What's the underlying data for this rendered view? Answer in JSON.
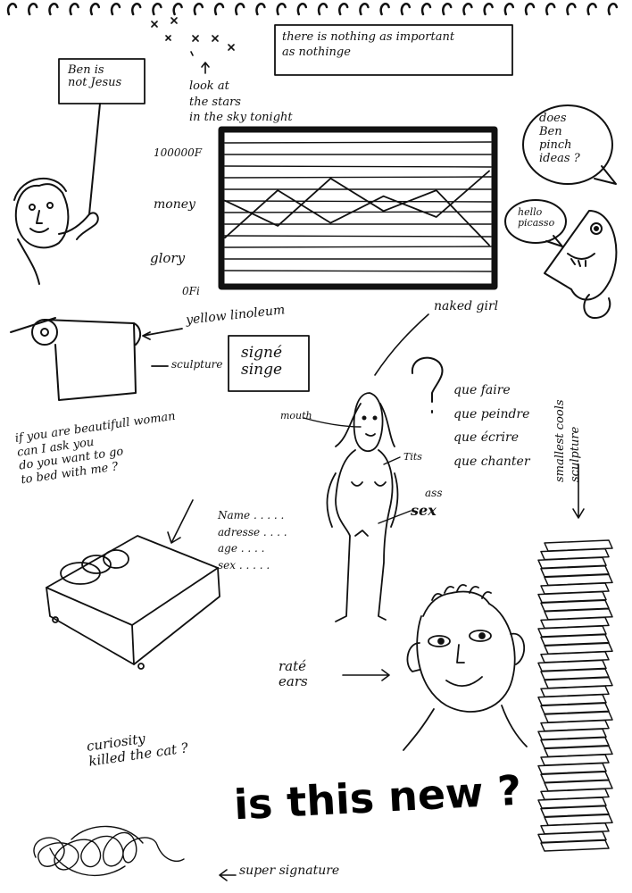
{
  "sign_text": "Ben is\nnot Jesus",
  "stars_caption": "look at\nthe stars\nin the sky tonight",
  "motto": "there is nothing as important\nas nothinge",
  "bubble_question": "does\nBen\npinch\nideas ?",
  "bubble_hello": "hello\npicasso",
  "chart_data": {
    "type": "line",
    "title": "",
    "y_tick_labels": [
      "100000F",
      "money",
      "glory",
      "0Fi"
    ],
    "series": [
      {
        "values": [
          0.3,
          0.62,
          0.4,
          0.58,
          0.44,
          0.75
        ]
      },
      {
        "values": [
          0.55,
          0.38,
          0.7,
          0.48,
          0.62,
          0.25
        ]
      }
    ]
  },
  "labels": {
    "yellow_linoleum": "yellow linoleum",
    "sculpture": "sculpture",
    "signe_singe": "signé\nsinge",
    "naked_girl": "naked girl",
    "que_list": "que faire\nque peindre\nque écrire\nque chanter",
    "smallest_sculpture": "smallest cools\nsculpture",
    "bed_question": "if you are beautifull woman\ncan I ask you\ndo you want to go\nto bed with me ?",
    "mouth": "mouth",
    "tits": "Tits",
    "ass": "ass",
    "sex": "sex",
    "form": "Name . . . . .\nadresse . . . .\nage . . . .\nsex . . . . .",
    "rate_ears": "raté\nears",
    "curiosity": "curiosity\nkilled the cat ?",
    "super_signature": "super signature"
  },
  "headline": "is this new ?"
}
